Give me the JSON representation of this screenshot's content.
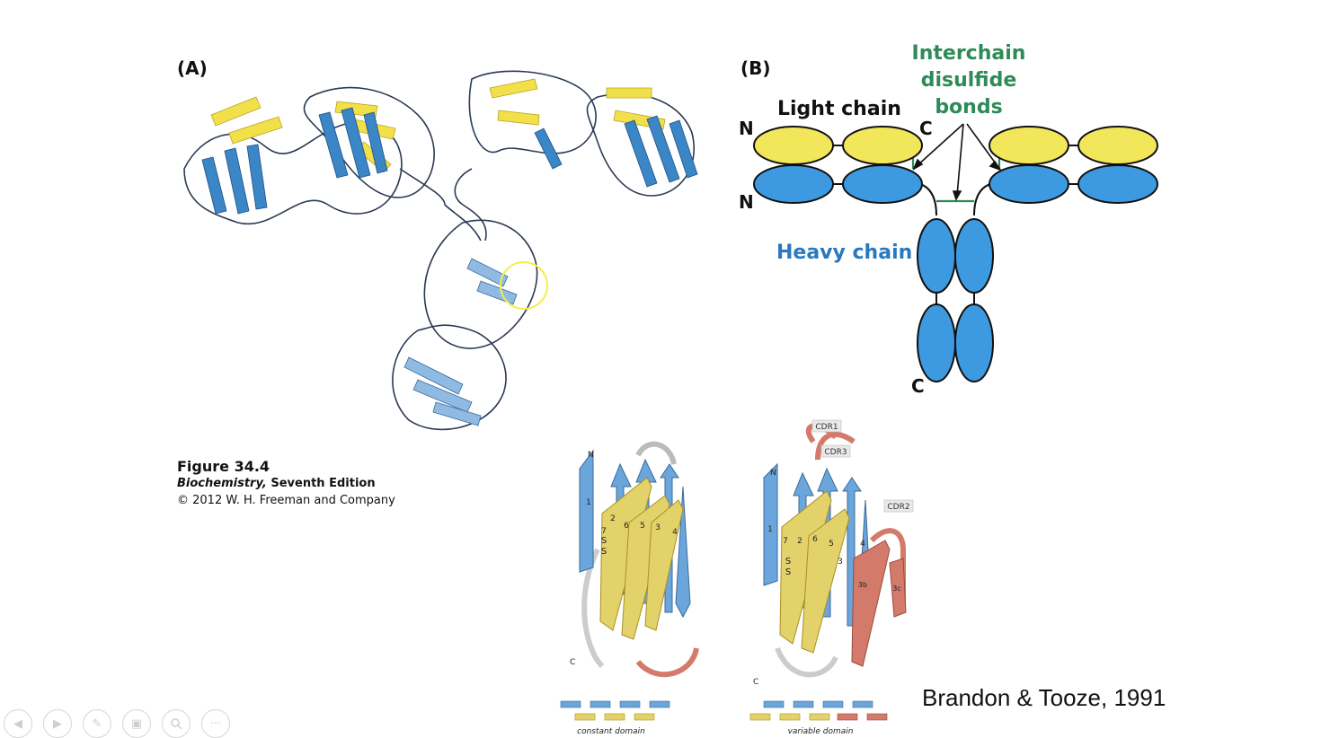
{
  "slide": {
    "panel_a": "(A)",
    "panel_b": "(B)",
    "caption": {
      "title": "Figure 34.4",
      "book": "Biochemistry,",
      "edition": " Seventh Edition",
      "copyright": "© 2012 W. H. Freeman and Company"
    },
    "citation": "Brandon & Tooze, 1991"
  },
  "schematic": {
    "light_chain": "Light chain",
    "heavy_chain": "Heavy chain",
    "interchain": [
      "Interchain",
      "disulfide",
      "bonds"
    ],
    "n_label": "N",
    "c_label": "C",
    "colors": {
      "light": "#f2e65a",
      "heavy": "#3d9ae0",
      "disulfide": "#2e8b57",
      "heavy_text": "#2a78c0"
    }
  },
  "fold_diagram": {
    "constant_domain": "constant domain",
    "variable_domain": "variable domain",
    "cdr1": "CDR1",
    "cdr2": "CDR2",
    "cdr3": "CDR3",
    "n_label": "N",
    "c_label": "C",
    "ss": "S",
    "constant_strands": [
      "1",
      "7",
      "2",
      "6",
      "5",
      "3",
      "4"
    ],
    "variable_strands": [
      "1",
      "7",
      "2",
      "6",
      "5",
      "3",
      "4"
    ],
    "extra_strands": [
      "3b",
      "3c"
    ]
  },
  "toolbar": {
    "prev": "previous-icon",
    "next": "next-icon",
    "pen": "pen-icon",
    "slides": "slides-icon",
    "zoom": "zoom-icon",
    "more": "more-icon"
  }
}
